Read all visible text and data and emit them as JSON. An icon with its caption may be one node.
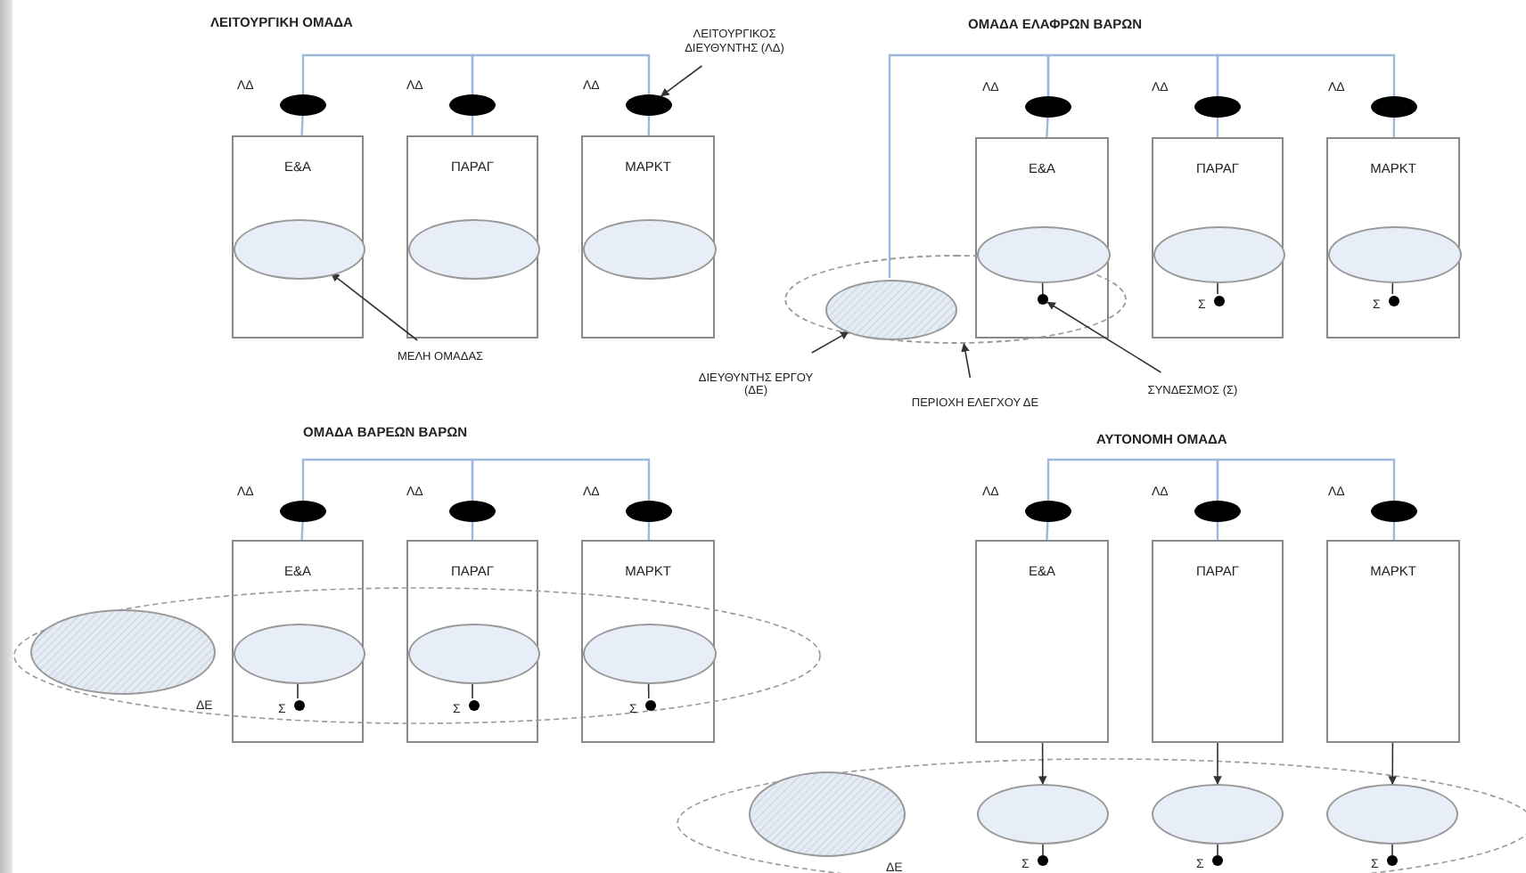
{
  "diagram": {
    "nodes": [
      {
        "text": [
          "ΛΔ"
        ]
      },
      {
        "text": [
          "ΛΔ"
        ]
      },
      {
        "text": [
          "ΛΔ"
        ]
      },
      {
        "text": [
          "Ε&Α"
        ]
      },
      {
        "text": [],
        "shape": "circle",
        "in": 3
      },
      {
        "text": [
          "ΠΑΡΑΓ"
        ]
      },
      {
        "text": [],
        "shape": "circle",
        "in": 5
      },
      {
        "text": [
          "ΜΑΡΚΤ"
        ]
      },
      {
        "text": [],
        "shape": "circle",
        "in": 7
      },
      {
        "text": [
          "ΛΕΙΤΟΥΡΓΙΚΟΣ ΔΙΕΥΘΥΝΤΗΣ (ΛΔ)"
        ]
      },
      {
        "text": [
          "ΜΕΛΗ ΟΜΑΔΑΣ"
        ]
      },
      {
        "text": [
          "ΛΔ"
        ]
      },
      {
        "text": [
          "ΛΔ"
        ]
      },
      {
        "text": [
          "ΛΔ"
        ]
      },
      {
        "text": [
          "Ε&Α"
        ]
      },
      {
        "text": [],
        "shape": "circle",
        "in": 14
      },
      {
        "text": [],
        "shape": "circle"
      },
      {
        "text": [
          "ΠΑΡΑΓ"
        ]
      },
      {
        "text": [],
        "shape": "circle",
        "in": 17
      },
      {
        "text": [
          "Σ"
        ],
        "in": 17
      },
      {
        "text": [
          "ΜΑΡΚΤ"
        ]
      },
      {
        "text": [],
        "shape": "circle",
        "in": 20
      },
      {
        "text": [
          "Σ"
        ],
        "in": 20
      },
      {
        "text": [],
        "shape": "circle"
      },
      {
        "text": [],
        "shape": "circle",
        "in": 23
      },
      {
        "text": [
          "ΔΙΕΥΘΥΝΤΗΣ ΕΡΓΟΥ (ΔΕ)"
        ]
      },
      {
        "text": [
          "ΠΕΡΙΟΧΗ ΕΛΕΓΧΟΥ ΔΕ"
        ]
      },
      {
        "text": [
          "ΣΥΝΔΕΣΜΟΣ (Σ)"
        ]
      },
      {
        "text": [
          "ΛΔ"
        ]
      },
      {
        "text": [
          "ΛΔ"
        ]
      },
      {
        "text": [
          "ΛΔ"
        ]
      },
      {
        "text": [
          "Ε&Α"
        ]
      },
      {
        "text": [],
        "shape": "circle",
        "in": 31
      },
      {
        "text": [
          "Σ"
        ],
        "in": 31
      },
      {
        "text": [
          "ΠΑΡΑΓ"
        ]
      },
      {
        "text": [],
        "shape": "circle",
        "in": 34
      },
      {
        "text": [
          "Σ"
        ],
        "in": 34
      },
      {
        "text": [
          "ΜΑΡΚΤ"
        ]
      },
      {
        "text": [],
        "shape": "circle",
        "in": 37
      },
      {
        "text": [
          "Σ"
        ],
        "in": 37
      },
      {
        "text": [
          "ΔΕ"
        ]
      },
      {
        "text": [
          "ΛΔ"
        ]
      },
      {
        "text": [
          "ΛΔ"
        ]
      },
      {
        "text": [
          "ΛΔ"
        ]
      },
      {
        "text": [
          "Ε&Α"
        ]
      },
      {
        "text": [
          "ΠΑΡΑΓ"
        ]
      },
      {
        "text": [
          "ΜΑΡΚΤ"
        ]
      },
      {
        "text": [],
        "shape": "circle"
      },
      {
        "text": [
          "Σ"
        ]
      },
      {
        "text": [],
        "shape": "circle"
      },
      {
        "text": [
          "Σ"
        ]
      },
      {
        "text": [],
        "shape": "circle"
      },
      {
        "text": [
          "Σ"
        ]
      },
      {
        "text": [
          "ΔΕ"
        ]
      }
    ],
    "edges": [
      {
        "from": 0,
        "to": 1,
        "arrow": "none"
      },
      {
        "from": 1,
        "to": 2,
        "arrow": "none"
      },
      {
        "from": 0,
        "to": 3,
        "arrow": "none"
      },
      {
        "from": 1,
        "to": 5,
        "arrow": "none"
      },
      {
        "from": 2,
        "to": 7,
        "arrow": "none"
      },
      {
        "from": 9,
        "to": 2,
        "arrow": "to",
        "color": "#333333"
      },
      {
        "from": 10,
        "to": 4,
        "arrow": "to",
        "color": "#333333"
      },
      {
        "from": 24,
        "to": 11,
        "arrow": "none"
      },
      {
        "from": 11,
        "to": 12,
        "arrow": "none"
      },
      {
        "from": 12,
        "to": 13,
        "arrow": "none"
      },
      {
        "from": 11,
        "to": 14,
        "arrow": "none"
      },
      {
        "from": 12,
        "to": 17,
        "arrow": "none"
      },
      {
        "from": 13,
        "to": 20,
        "arrow": "none"
      },
      {
        "from": 15,
        "to": 16,
        "arrow": "none",
        "color": "#333333"
      },
      {
        "from": 18,
        "to": 19,
        "arrow": "none",
        "color": "#333333"
      },
      {
        "from": 21,
        "to": 22,
        "arrow": "none",
        "color": "#333333"
      },
      {
        "from": 25,
        "to": 24,
        "arrow": "to",
        "color": "#333333"
      },
      {
        "from": 26,
        "to": 23,
        "arrow": "to",
        "color": "#333333"
      },
      {
        "from": 27,
        "to": 16,
        "arrow": "to",
        "color": "#333333"
      },
      {
        "from": 28,
        "to": 29,
        "arrow": "none"
      },
      {
        "from": 29,
        "to": 30,
        "arrow": "none"
      },
      {
        "from": 28,
        "to": 31,
        "arrow": "none"
      },
      {
        "from": 29,
        "to": 34,
        "arrow": "none"
      },
      {
        "from": 30,
        "to": 37,
        "arrow": "none"
      },
      {
        "from": 32,
        "to": 33,
        "arrow": "none",
        "color": "#333333"
      },
      {
        "from": 35,
        "to": 36,
        "arrow": "none",
        "color": "#333333"
      },
      {
        "from": 38,
        "to": 39,
        "arrow": "none",
        "color": "#333333"
      },
      {
        "from": 41,
        "to": 42,
        "arrow": "none"
      },
      {
        "from": 42,
        "to": 43,
        "arrow": "none"
      },
      {
        "from": 41,
        "to": 44,
        "arrow": "none"
      },
      {
        "from": 42,
        "to": 45,
        "arrow": "none"
      },
      {
        "from": 43,
        "to": 46,
        "arrow": "none"
      },
      {
        "from": 44,
        "to": 47,
        "arrow": "to",
        "color": "#333333"
      },
      {
        "from": 45,
        "to": 49,
        "arrow": "to",
        "color": "#333333"
      },
      {
        "from": 46,
        "to": 51,
        "arrow": "to",
        "color": "#333333"
      },
      {
        "from": 47,
        "to": 48,
        "arrow": "none",
        "color": "#333333"
      },
      {
        "from": 49,
        "to": 50,
        "arrow": "none",
        "color": "#333333"
      },
      {
        "from": 51,
        "to": 52,
        "arrow": "none",
        "color": "#333333"
      }
    ],
    "labels": [
      "ΛΕΙΤΟΥΡΓΙΚΗ ΟΜΑΔΑ",
      "ΟΜΑΔΑ ΕΛΑΦΡΩΝ ΒΑΡΩΝ",
      "ΟΜΑΔΑ ΒΑΡΕΩΝ ΒΑΡΩΝ",
      "ΑΥΤΟΝΟΜΗ ΟΜΑΔΑ"
    ]
  }
}
